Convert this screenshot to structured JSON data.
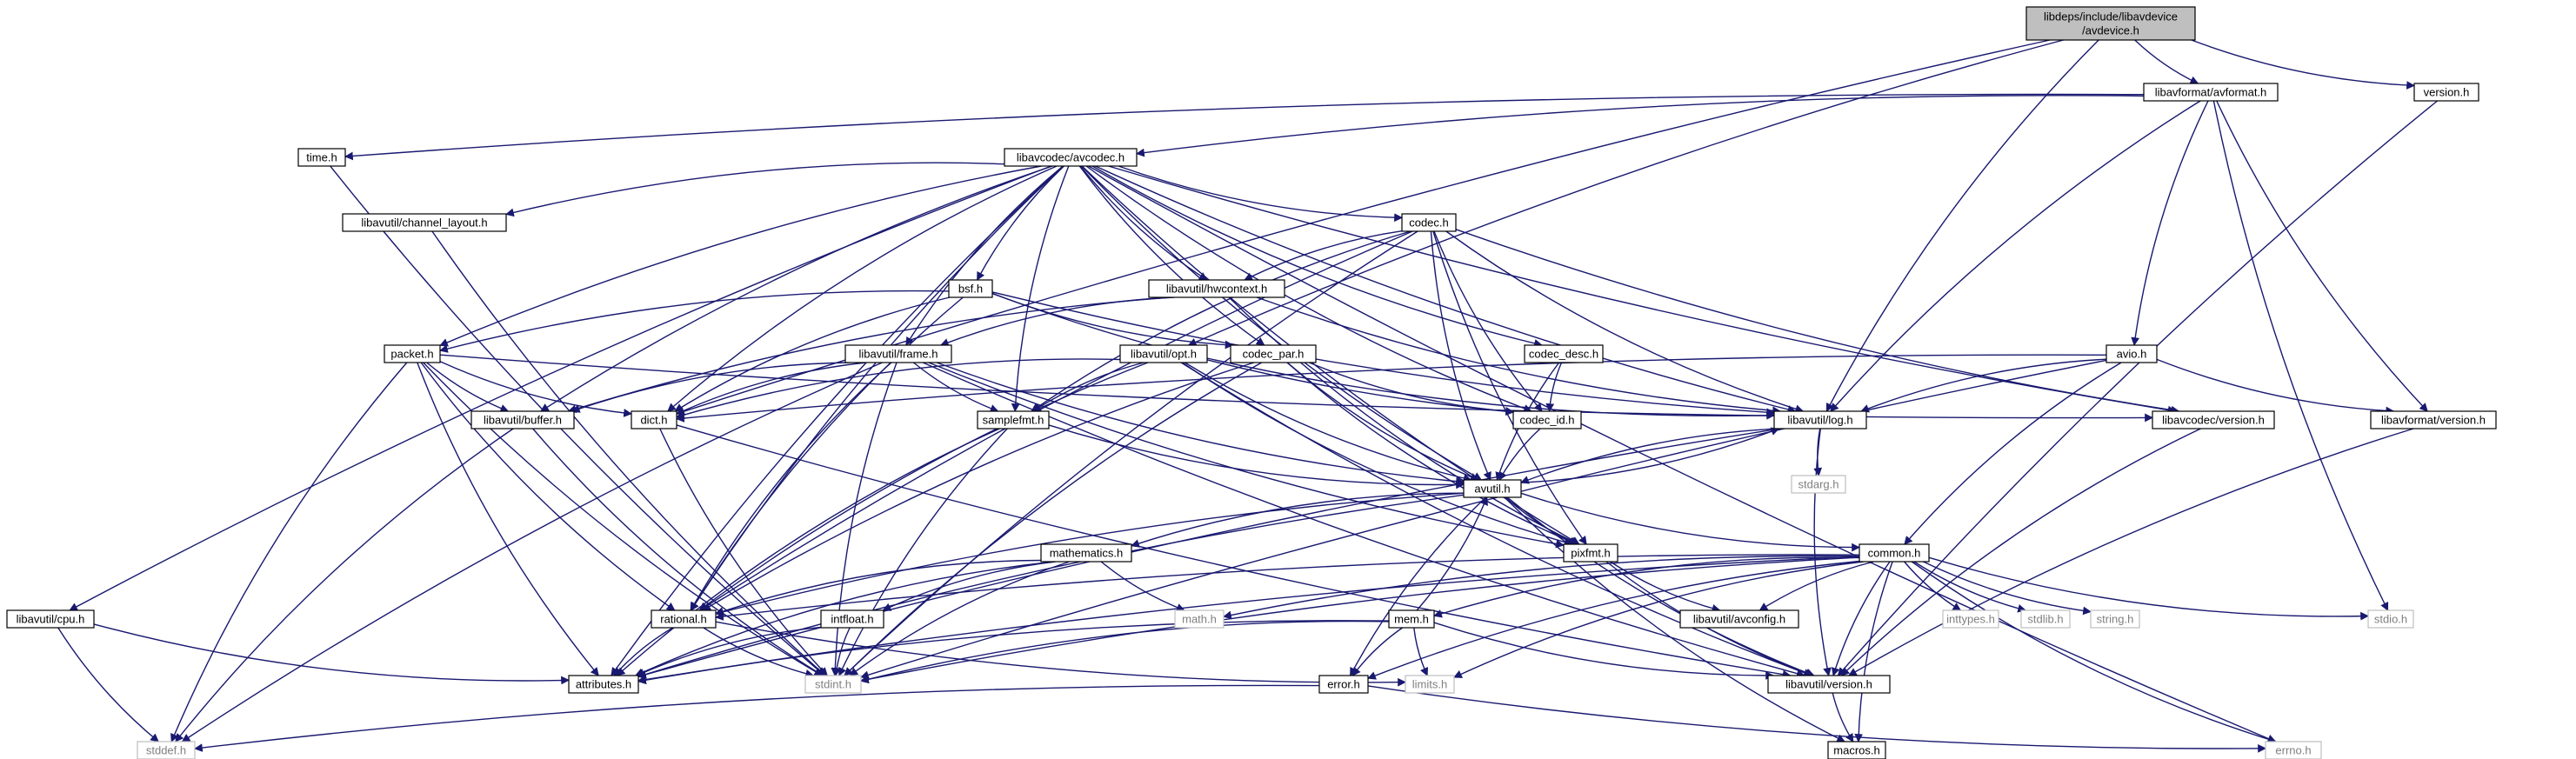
{
  "colors": {
    "edge": "#191970",
    "root_fill": "#bfbfbf",
    "node_border": "#000000",
    "external_border": "#bfbfbf",
    "external_text": "#808080",
    "text": "#000000"
  },
  "nodes": {
    "root": {
      "lines": [
        "libdeps/include/libavdevice",
        "/avdevice.h"
      ],
      "kind": "root"
    },
    "avformat": {
      "lines": [
        "libavformat/avformat.h"
      ],
      "kind": "internal"
    },
    "version_h": {
      "lines": [
        "version.h"
      ],
      "kind": "internal"
    },
    "time_h": {
      "lines": [
        "time.h"
      ],
      "kind": "internal"
    },
    "avcodec": {
      "lines": [
        "libavcodec/avcodec.h"
      ],
      "kind": "internal"
    },
    "channel_layout": {
      "lines": [
        "libavutil/channel_layout.h"
      ],
      "kind": "internal"
    },
    "codec_h": {
      "lines": [
        "codec.h"
      ],
      "kind": "internal"
    },
    "hwcontext": {
      "lines": [
        "libavutil/hwcontext.h"
      ],
      "kind": "internal"
    },
    "bsf": {
      "lines": [
        "bsf.h"
      ],
      "kind": "internal"
    },
    "packet": {
      "lines": [
        "packet.h"
      ],
      "kind": "internal"
    },
    "frame": {
      "lines": [
        "libavutil/frame.h"
      ],
      "kind": "internal"
    },
    "opt": {
      "lines": [
        "libavutil/opt.h"
      ],
      "kind": "internal"
    },
    "codec_par": {
      "lines": [
        "codec_par.h"
      ],
      "kind": "internal"
    },
    "codec_desc": {
      "lines": [
        "codec_desc.h"
      ],
      "kind": "internal"
    },
    "avio": {
      "lines": [
        "avio.h"
      ],
      "kind": "internal"
    },
    "buffer": {
      "lines": [
        "libavutil/buffer.h"
      ],
      "kind": "internal"
    },
    "dict": {
      "lines": [
        "dict.h"
      ],
      "kind": "internal"
    },
    "samplefmt": {
      "lines": [
        "samplefmt.h"
      ],
      "kind": "internal"
    },
    "codec_id": {
      "lines": [
        "codec_id.h"
      ],
      "kind": "internal"
    },
    "log": {
      "lines": [
        "libavutil/log.h"
      ],
      "kind": "internal"
    },
    "lavc_version": {
      "lines": [
        "libavcodec/version.h"
      ],
      "kind": "internal"
    },
    "lavf_version": {
      "lines": [
        "libavformat/version.h"
      ],
      "kind": "internal"
    },
    "stdarg": {
      "lines": [
        "stdarg.h"
      ],
      "kind": "external"
    },
    "avutil": {
      "lines": [
        "avutil.h"
      ],
      "kind": "internal"
    },
    "mathematics": {
      "lines": [
        "mathematics.h"
      ],
      "kind": "internal"
    },
    "pixfmt": {
      "lines": [
        "pixfmt.h"
      ],
      "kind": "internal"
    },
    "common": {
      "lines": [
        "common.h"
      ],
      "kind": "internal"
    },
    "cpu": {
      "lines": [
        "libavutil/cpu.h"
      ],
      "kind": "internal"
    },
    "rational": {
      "lines": [
        "rational.h"
      ],
      "kind": "internal"
    },
    "intfloat": {
      "lines": [
        "intfloat.h"
      ],
      "kind": "internal"
    },
    "math_h": {
      "lines": [
        "math.h"
      ],
      "kind": "external"
    },
    "mem": {
      "lines": [
        "mem.h"
      ],
      "kind": "internal"
    },
    "avconfig": {
      "lines": [
        "libavutil/avconfig.h"
      ],
      "kind": "internal"
    },
    "inttypes": {
      "lines": [
        "inttypes.h"
      ],
      "kind": "external"
    },
    "stdlib": {
      "lines": [
        "stdlib.h"
      ],
      "kind": "external"
    },
    "string_h": {
      "lines": [
        "string.h"
      ],
      "kind": "external"
    },
    "stdio": {
      "lines": [
        "stdio.h"
      ],
      "kind": "external"
    },
    "attributes": {
      "lines": [
        "attributes.h"
      ],
      "kind": "internal"
    },
    "stdint": {
      "lines": [
        "stdint.h"
      ],
      "kind": "external"
    },
    "limits": {
      "lines": [
        "limits.h"
      ],
      "kind": "external"
    },
    "error_h": {
      "lines": [
        "error.h"
      ],
      "kind": "internal"
    },
    "lavu_version": {
      "lines": [
        "libavutil/version.h"
      ],
      "kind": "internal"
    },
    "stddef": {
      "lines": [
        "stddef.h"
      ],
      "kind": "external"
    },
    "macros": {
      "lines": [
        "macros.h"
      ],
      "kind": "internal"
    },
    "errno": {
      "lines": [
        "errno.h"
      ],
      "kind": "external"
    }
  },
  "edges": [
    [
      "root",
      "avformat"
    ],
    [
      "root",
      "version_h"
    ],
    [
      "root",
      "log"
    ],
    [
      "root",
      "dict"
    ],
    [
      "root",
      "opt"
    ],
    [
      "avformat",
      "time_h"
    ],
    [
      "avformat",
      "avcodec"
    ],
    [
      "avformat",
      "log"
    ],
    [
      "avformat",
      "avio"
    ],
    [
      "avformat",
      "lavf_version"
    ],
    [
      "avformat",
      "stdio"
    ],
    [
      "version_h",
      "lavu_version"
    ],
    [
      "time_h",
      "stdint"
    ],
    [
      "avcodec",
      "channel_layout"
    ],
    [
      "avcodec",
      "codec_h"
    ],
    [
      "avcodec",
      "hwcontext"
    ],
    [
      "avcodec",
      "bsf"
    ],
    [
      "avcodec",
      "packet"
    ],
    [
      "avcodec",
      "frame"
    ],
    [
      "avcodec",
      "codec_par"
    ],
    [
      "avcodec",
      "codec_desc"
    ],
    [
      "avcodec",
      "codec_id"
    ],
    [
      "avcodec",
      "buffer"
    ],
    [
      "avcodec",
      "dict"
    ],
    [
      "avcodec",
      "samplefmt"
    ],
    [
      "avcodec",
      "log"
    ],
    [
      "avcodec",
      "lavc_version"
    ],
    [
      "avcodec",
      "avutil"
    ],
    [
      "avcodec",
      "pixfmt"
    ],
    [
      "avcodec",
      "rational"
    ],
    [
      "avcodec",
      "cpu"
    ],
    [
      "avcodec",
      "attributes"
    ],
    [
      "avcodec",
      "errno"
    ],
    [
      "channel_layout",
      "stdint"
    ],
    [
      "codec_h",
      "hwcontext"
    ],
    [
      "codec_h",
      "samplefmt"
    ],
    [
      "codec_h",
      "codec_id"
    ],
    [
      "codec_h",
      "log"
    ],
    [
      "codec_h",
      "lavc_version"
    ],
    [
      "codec_h",
      "avutil"
    ],
    [
      "codec_h",
      "pixfmt"
    ],
    [
      "codec_h",
      "rational"
    ],
    [
      "codec_h",
      "stdint"
    ],
    [
      "hwcontext",
      "frame"
    ],
    [
      "hwcontext",
      "buffer"
    ],
    [
      "hwcontext",
      "log"
    ],
    [
      "hwcontext",
      "pixfmt"
    ],
    [
      "bsf",
      "packet"
    ],
    [
      "bsf",
      "codec_par"
    ],
    [
      "bsf",
      "codec_id"
    ],
    [
      "bsf",
      "dict"
    ],
    [
      "bsf",
      "log"
    ],
    [
      "bsf",
      "rational"
    ],
    [
      "packet",
      "buffer"
    ],
    [
      "packet",
      "dict"
    ],
    [
      "packet",
      "lavc_version"
    ],
    [
      "packet",
      "rational"
    ],
    [
      "packet",
      "attributes"
    ],
    [
      "packet",
      "stdint"
    ],
    [
      "packet",
      "stddef"
    ],
    [
      "frame",
      "buffer"
    ],
    [
      "frame",
      "dict"
    ],
    [
      "frame",
      "samplefmt"
    ],
    [
      "frame",
      "avutil"
    ],
    [
      "frame",
      "pixfmt"
    ],
    [
      "frame",
      "rational"
    ],
    [
      "frame",
      "lavu_version"
    ],
    [
      "frame",
      "stdint"
    ],
    [
      "frame",
      "stddef"
    ],
    [
      "opt",
      "samplefmt"
    ],
    [
      "opt",
      "dict"
    ],
    [
      "opt",
      "log"
    ],
    [
      "opt",
      "avutil"
    ],
    [
      "opt",
      "pixfmt"
    ],
    [
      "opt",
      "rational"
    ],
    [
      "opt",
      "lavu_version"
    ],
    [
      "codec_par",
      "codec_id"
    ],
    [
      "codec_par",
      "avutil"
    ],
    [
      "codec_par",
      "pixfmt"
    ],
    [
      "codec_par",
      "rational"
    ],
    [
      "codec_par",
      "stdint"
    ],
    [
      "codec_desc",
      "codec_id"
    ],
    [
      "codec_desc",
      "avutil"
    ],
    [
      "avio",
      "log"
    ],
    [
      "avio",
      "dict"
    ],
    [
      "avio",
      "lavf_version"
    ],
    [
      "avio",
      "common"
    ],
    [
      "avio",
      "stdint"
    ],
    [
      "buffer",
      "stdint"
    ],
    [
      "buffer",
      "stddef"
    ],
    [
      "dict",
      "stdint"
    ],
    [
      "dict",
      "lavu_version"
    ],
    [
      "samplefmt",
      "avutil"
    ],
    [
      "samplefmt",
      "attributes"
    ],
    [
      "samplefmt",
      "stdint"
    ],
    [
      "codec_id",
      "avutil"
    ],
    [
      "log",
      "stdarg"
    ],
    [
      "log",
      "avutil"
    ],
    [
      "log",
      "attributes"
    ],
    [
      "log",
      "lavu_version"
    ],
    [
      "lavc_version",
      "lavu_version"
    ],
    [
      "lavf_version",
      "lavu_version"
    ],
    [
      "avutil",
      "mathematics"
    ],
    [
      "avutil",
      "pixfmt"
    ],
    [
      "avutil",
      "common"
    ],
    [
      "avutil",
      "rational"
    ],
    [
      "avutil",
      "error_h"
    ],
    [
      "avutil",
      "macros"
    ],
    [
      "avutil",
      "log"
    ],
    [
      "avutil",
      "lavu_version"
    ],
    [
      "avutil",
      "attributes"
    ],
    [
      "mathematics",
      "rational"
    ],
    [
      "mathematics",
      "intfloat"
    ],
    [
      "mathematics",
      "math_h"
    ],
    [
      "mathematics",
      "attributes"
    ],
    [
      "mathematics",
      "stdint"
    ],
    [
      "pixfmt",
      "avconfig"
    ],
    [
      "pixfmt",
      "lavu_version"
    ],
    [
      "common",
      "attributes"
    ],
    [
      "common",
      "avconfig"
    ],
    [
      "common",
      "errno"
    ],
    [
      "common",
      "inttypes"
    ],
    [
      "common",
      "limits"
    ],
    [
      "common",
      "math_h"
    ],
    [
      "common",
      "stdint"
    ],
    [
      "common",
      "stdio"
    ],
    [
      "common",
      "stdlib"
    ],
    [
      "common",
      "string_h"
    ],
    [
      "common",
      "macros"
    ],
    [
      "common",
      "mem"
    ],
    [
      "common",
      "error_h"
    ],
    [
      "common",
      "lavu_version"
    ],
    [
      "common",
      "rational"
    ],
    [
      "cpu",
      "attributes"
    ],
    [
      "cpu",
      "stddef"
    ],
    [
      "rational",
      "attributes"
    ],
    [
      "rational",
      "stdint"
    ],
    [
      "rational",
      "limits"
    ],
    [
      "intfloat",
      "attributes"
    ],
    [
      "intfloat",
      "stdint"
    ],
    [
      "mem",
      "attributes"
    ],
    [
      "mem",
      "error_h"
    ],
    [
      "mem",
      "avutil"
    ],
    [
      "mem",
      "limits"
    ],
    [
      "mem",
      "stdint"
    ],
    [
      "mem",
      "lavu_version"
    ],
    [
      "error_h",
      "errno"
    ],
    [
      "error_h",
      "stddef"
    ],
    [
      "lavu_version",
      "macros"
    ]
  ]
}
